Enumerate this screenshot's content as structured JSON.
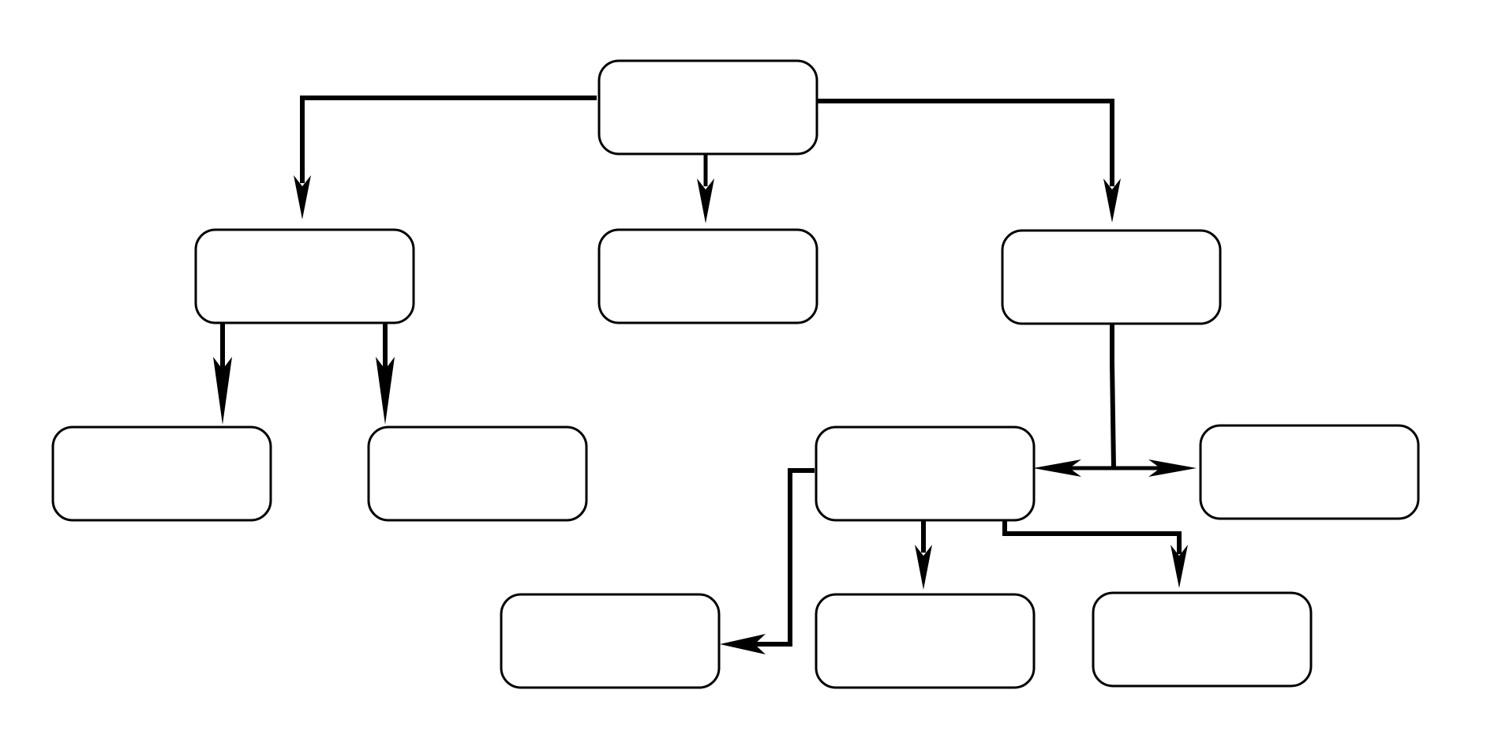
{
  "diagram": {
    "type": "hierarchy-flowchart",
    "colors": {
      "stroke": "#000000",
      "fill": "#ffffff",
      "background": "#ffffff"
    },
    "nodes": [
      {
        "id": "root",
        "label": ""
      },
      {
        "id": "level1-left",
        "label": ""
      },
      {
        "id": "level1-middle",
        "label": ""
      },
      {
        "id": "level1-right",
        "label": ""
      },
      {
        "id": "level2-left-a",
        "label": ""
      },
      {
        "id": "level2-left-b",
        "label": ""
      },
      {
        "id": "level2-right-center",
        "label": ""
      },
      {
        "id": "level2-right-side",
        "label": ""
      },
      {
        "id": "level3-left",
        "label": ""
      },
      {
        "id": "level3-middle",
        "label": ""
      },
      {
        "id": "level3-right",
        "label": ""
      }
    ],
    "edges": [
      {
        "from": "root",
        "to": "level1-left"
      },
      {
        "from": "root",
        "to": "level1-middle"
      },
      {
        "from": "root",
        "to": "level1-right"
      },
      {
        "from": "level1-left",
        "to": "level2-left-a"
      },
      {
        "from": "level1-left",
        "to": "level2-left-b"
      },
      {
        "from": "level1-right",
        "to": "level2-right-center"
      },
      {
        "from": "level1-right",
        "to": "level2-right-side"
      },
      {
        "from": "level2-right-center",
        "to": "level3-left"
      },
      {
        "from": "level2-right-center",
        "to": "level3-middle"
      },
      {
        "from": "level2-right-center",
        "to": "level3-right"
      }
    ]
  }
}
